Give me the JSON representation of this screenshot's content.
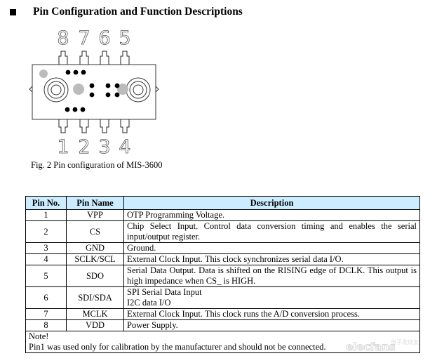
{
  "heading": {
    "title": "Pin Configuration and Function Descriptions"
  },
  "diagram": {
    "top_pin_labels": [
      "8",
      "7",
      "6",
      "5"
    ],
    "bottom_pin_labels": [
      "1",
      "2",
      "3",
      "4"
    ],
    "caption": "Fig. 2 Pin configuration of MIS-3600"
  },
  "table": {
    "headers": [
      "Pin No.",
      "Pin Name",
      "Description"
    ],
    "rows": [
      {
        "no": "1",
        "name": "VPP",
        "desc": "OTP Programming Voltage."
      },
      {
        "no": "2",
        "name": "CS",
        "desc": "Chip Select Input. Control data conversion timing and enables the serial input/output register."
      },
      {
        "no": "3",
        "name": "GND",
        "desc": "Ground."
      },
      {
        "no": "4",
        "name": "SCLK/SCL",
        "desc": "External Clock Input. This clock synchronizes serial data I/O."
      },
      {
        "no": "5",
        "name": "SDO",
        "desc": "Serial Data Output. Data is shifted on the RISING edge of DCLK. This output is high impedance when CS_ is HIGH."
      },
      {
        "no": "6",
        "name": "SDI/SDA",
        "desc_lines": [
          "SPI Serial Data Input",
          "I2C data I/O"
        ]
      },
      {
        "no": "7",
        "name": "MCLK",
        "desc": "External Clock Input. This clock runs the A/D conversion process."
      },
      {
        "no": "8",
        "name": "VDD",
        "desc": "Power Supply."
      }
    ],
    "note": {
      "label": "Note!",
      "text": "Pin1 was used only for calibration by the manufacturer and should not be connected."
    }
  },
  "watermark": {
    "text": "elecfans",
    "cn_text": "电子发烧友"
  }
}
